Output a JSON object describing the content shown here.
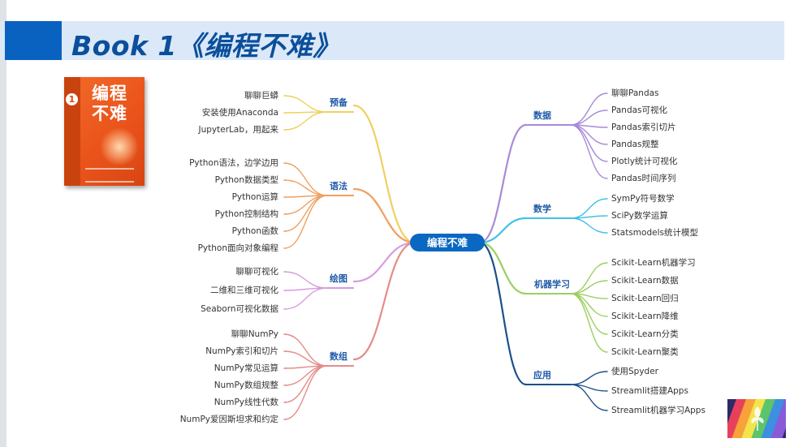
{
  "slide": {
    "title": "Book 1《编程不难》"
  },
  "book": {
    "number": "1",
    "title_line1": "编程",
    "title_line2": "不难"
  },
  "mindmap": {
    "center": "编程不难",
    "left_branches": [
      {
        "label": "预备",
        "color": "#efd060",
        "leaves": [
          "聊聊巨蟒",
          "安装使用Anaconda",
          "JupyterLab，用起来"
        ]
      },
      {
        "label": "语法",
        "color": "#f0a060",
        "leaves": [
          "Python语法，边学边用",
          "Python数据类型",
          "Python运算",
          "Python控制结构",
          "Python函数",
          "Python面向对象编程"
        ]
      },
      {
        "label": "绘图",
        "color": "#d99ae0",
        "leaves": [
          "聊聊可视化",
          "二维和三维可视化",
          "Seaborn可视化数据"
        ]
      },
      {
        "label": "数组",
        "color": "#e48d88",
        "leaves": [
          "聊聊NumPy",
          "NumPy索引和切片",
          "NumPy常见运算",
          "NumPy数组规整",
          "NumPy线性代数",
          "NumPy爱因斯坦求和约定"
        ]
      }
    ],
    "right_branches": [
      {
        "label": "数据",
        "color": "#a98ad8",
        "leaves": [
          "聊聊Pandas",
          "Pandas可视化",
          "Pandas索引切片",
          "Pandas规整",
          "Plotly统计可视化",
          "Pandas时间序列"
        ]
      },
      {
        "label": "数学",
        "color": "#43c0e8",
        "leaves": [
          "SymPy符号数学",
          "SciPy数学运算",
          "Statsmodels统计模型"
        ]
      },
      {
        "label": "机器学习",
        "color": "#9ccf62",
        "leaves": [
          "Scikit-Learn机器学习",
          "Scikit-Learn数据",
          "Scikit-Learn回归",
          "Scikit-Learn降维",
          "Scikit-Learn分类",
          "Scikit-Learn聚类"
        ]
      },
      {
        "label": "应用",
        "color": "#1c4f8a",
        "leaves": [
          "使用Spyder",
          "Streamlit搭建Apps",
          "Streamlit机器学习Apps"
        ]
      }
    ],
    "center_color": "#0a68c2"
  }
}
